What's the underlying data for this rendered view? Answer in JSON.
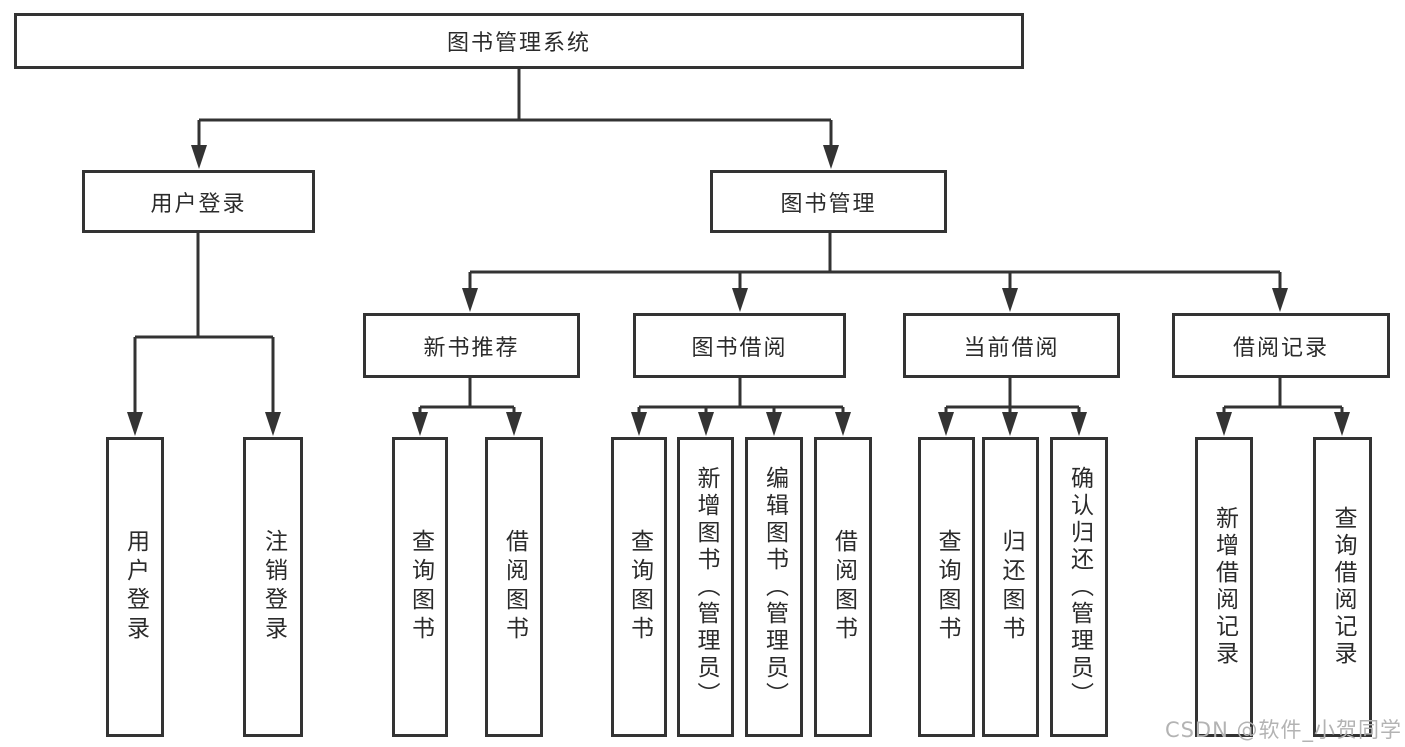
{
  "tree": {
    "label": "图书管理系统",
    "children": [
      {
        "label": "用户登录",
        "children": [
          {
            "label": "用户登录"
          },
          {
            "label": "注销登录"
          }
        ]
      },
      {
        "label": "图书管理",
        "children": [
          {
            "label": "新书推荐",
            "children": [
              {
                "label": "查询图书"
              },
              {
                "label": "借阅图书"
              }
            ]
          },
          {
            "label": "图书借阅",
            "children": [
              {
                "label": "查询图书"
              },
              {
                "label": "新增图书（管理员）"
              },
              {
                "label": "编辑图书（管理员）"
              },
              {
                "label": "借阅图书"
              }
            ]
          },
          {
            "label": "当前借阅",
            "children": [
              {
                "label": "查询图书"
              },
              {
                "label": "归还图书"
              },
              {
                "label": "确认归还（管理员）"
              }
            ]
          },
          {
            "label": "借阅记录",
            "children": [
              {
                "label": "新增借阅记录"
              },
              {
                "label": "查询借阅记录"
              }
            ]
          }
        ]
      }
    ]
  },
  "watermark": "CSDN @软件_小贺同学",
  "colors": {
    "line": "#333333",
    "text": "#2b2b2b",
    "background": "#ffffff",
    "watermark": "#b3b3b3"
  }
}
